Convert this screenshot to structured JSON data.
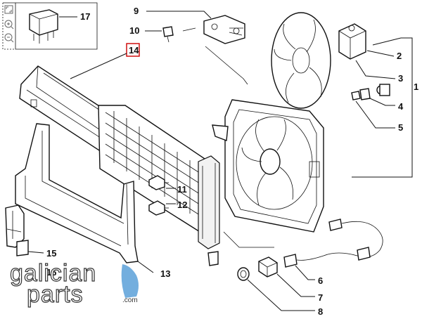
{
  "diagram": {
    "callouts": [
      {
        "id": "c1",
        "label": "1"
      },
      {
        "id": "c2",
        "label": "2"
      },
      {
        "id": "c3",
        "label": "3"
      },
      {
        "id": "c4",
        "label": "4"
      },
      {
        "id": "c5",
        "label": "5"
      },
      {
        "id": "c6",
        "label": "6"
      },
      {
        "id": "c7",
        "label": "7"
      },
      {
        "id": "c8",
        "label": "8"
      },
      {
        "id": "c9",
        "label": "9"
      },
      {
        "id": "c10",
        "label": "10"
      },
      {
        "id": "c11",
        "label": "11"
      },
      {
        "id": "c12",
        "label": "12"
      },
      {
        "id": "c13",
        "label": "13"
      },
      {
        "id": "c14",
        "label": "14"
      },
      {
        "id": "c15",
        "label": "15"
      },
      {
        "id": "c16",
        "label": "16"
      },
      {
        "id": "c17",
        "label": "17"
      }
    ],
    "highlighted_callout": "14",
    "highlight_color": "#cc0000"
  },
  "toolbar": {
    "icons": [
      "expand-icon",
      "zoom-in-icon",
      "zoom-out-icon"
    ]
  },
  "watermark": {
    "line1": "galician",
    "line2": "parts",
    "suffix": ".com",
    "accent_color": "#5aa0d8"
  }
}
